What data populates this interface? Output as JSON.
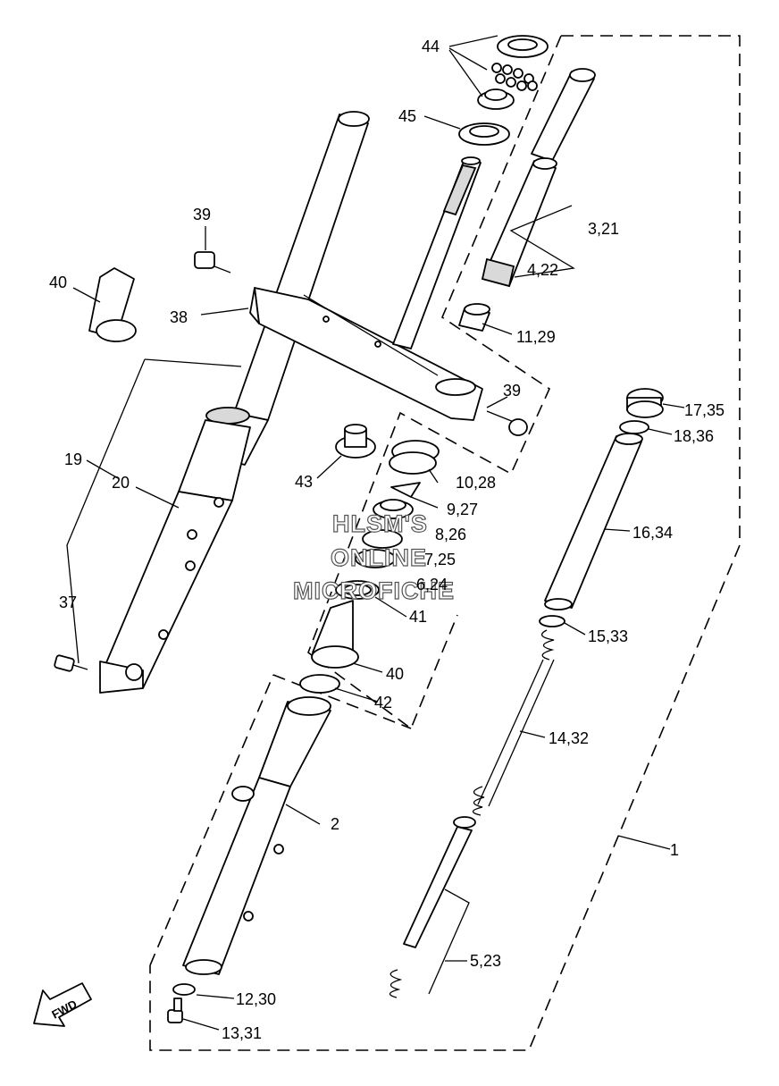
{
  "diagram": {
    "labels": {
      "l1": "1",
      "l2": "2",
      "l3": "3,21",
      "l4": "4,22",
      "l5": "5,23",
      "l6": "6,24",
      "l7": "7,25",
      "l8": "8,26",
      "l9": "9,27",
      "l10": "10,28",
      "l11": "11,29",
      "l12": "12,30",
      "l13": "13,31",
      "l14": "14,32",
      "l15": "15,33",
      "l16": "16,34",
      "l17": "17,35",
      "l18": "18,36",
      "l19": "19",
      "l20": "20",
      "l37": "37",
      "l38": "38",
      "l39a": "39",
      "l39b": "39",
      "l40a": "40",
      "l40b": "40",
      "l41": "41",
      "l42": "42",
      "l43": "43",
      "l44": "44",
      "l45": "45"
    },
    "watermark": {
      "line1": "HLSM'S",
      "line2": "ONLINE",
      "line3": "MICROFICHE"
    },
    "fwd_label": "FWD"
  }
}
